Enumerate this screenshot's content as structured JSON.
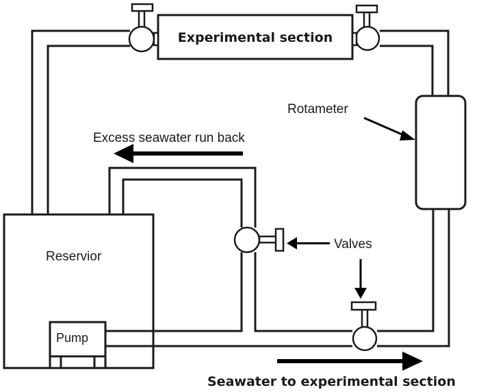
{
  "diagram": {
    "title": "Seawater flow loop schematic",
    "components": {
      "experimental_section": "Experimental section",
      "rotameter": "Rotameter",
      "reservoir": "Reservior",
      "pump": "Pump",
      "valves": "Valves"
    },
    "flow_labels": {
      "return": "Excess seawater run back",
      "supply": "Seawater to experimental section"
    },
    "colors": {
      "stroke": "#1a1a1a",
      "background": "#ffffff"
    }
  }
}
